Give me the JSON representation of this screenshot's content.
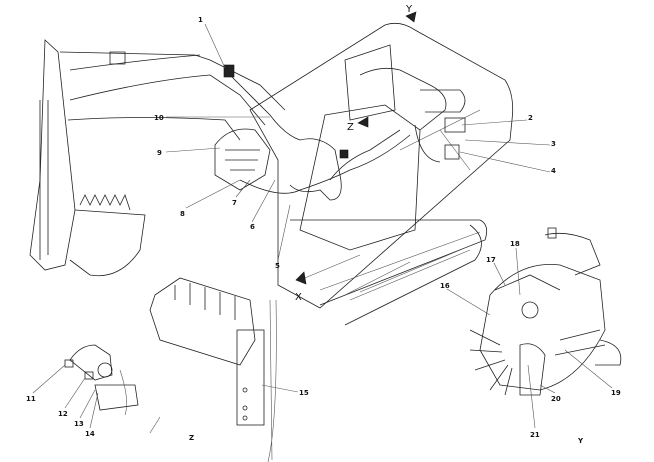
{
  "diagram": {
    "callouts": [
      "1",
      "2",
      "3",
      "4",
      "5",
      "6",
      "7",
      "8",
      "9",
      "10",
      "11",
      "12",
      "13",
      "14",
      "15",
      "16",
      "17",
      "18",
      "19",
      "20",
      "21"
    ],
    "view_markers": {
      "x": "X",
      "y": "Y",
      "z": "Z"
    },
    "view_captions": {
      "z": "Z",
      "y": "Y"
    }
  }
}
